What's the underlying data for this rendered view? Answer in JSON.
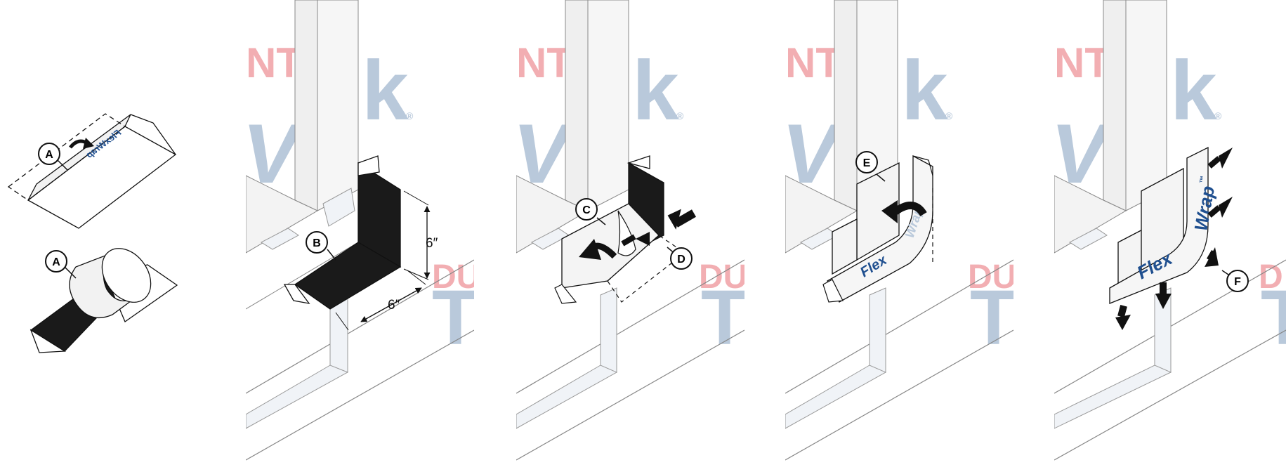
{
  "labels": {
    "a_top": "A",
    "a_bottom": "A",
    "b": "B",
    "c": "C",
    "d": "D",
    "e": "E",
    "f": "F"
  },
  "dimensions": {
    "vertical": "6″",
    "horizontal": "6″"
  },
  "tape_brand": {
    "flexwrap": "FlexWrap",
    "flex": "Flex",
    "wrap": "Wrap",
    "trademark": "™"
  },
  "housewrap_print": {
    "tyvek_letter": "k",
    "registered": "®",
    "dupont": "DUP",
    "pont_fragment": "NT",
    "t_letter": "T",
    "f_partial": "D"
  },
  "colors": {
    "ink": "#111111",
    "tape_black": "#1a1a1a",
    "tyvek_blue": "#b9c9db",
    "dupont_red": "#f2aeb2",
    "flexwrap_blue": "#1f4f8f",
    "wall_gray": "#f1f1f1",
    "line_gray": "#666666"
  }
}
